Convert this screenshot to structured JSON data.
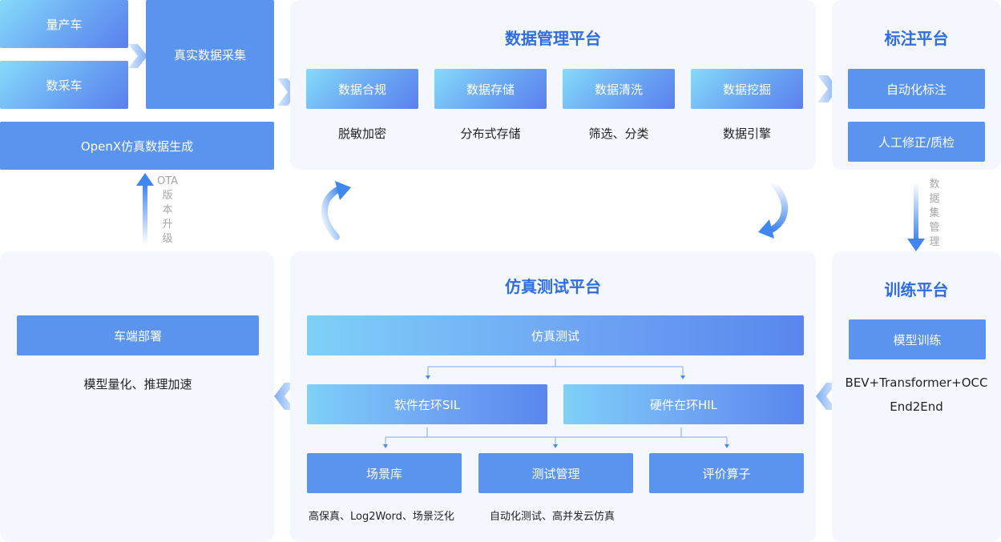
{
  "collect": {
    "production_car": "量产车",
    "data_car": "数采车",
    "real_collect": "真实数据采集",
    "openx": "OpenX仿真数据生成",
    "ota_label": [
      "OTA",
      "版",
      "本",
      "升",
      "级"
    ]
  },
  "data_platform": {
    "title": "数据管理平台",
    "items": [
      {
        "label": "数据合规",
        "desc": "脱敏加密"
      },
      {
        "label": "数据存储",
        "desc": "分布式存储"
      },
      {
        "label": "数据清洗",
        "desc": "筛选、分类"
      },
      {
        "label": "数据挖掘",
        "desc": "数据引擎"
      }
    ]
  },
  "label_platform": {
    "title": "标注平台",
    "items": [
      "自动化标注",
      "人工修正/质检"
    ],
    "dataset_label": [
      "数",
      "据",
      "集",
      "管",
      "理"
    ]
  },
  "train_platform": {
    "title": "训练平台",
    "item": "模型训练",
    "desc_line1": "BEV+Transformer+OCC",
    "desc_line2": "End2End"
  },
  "sim_platform": {
    "title": "仿真测试平台",
    "top": "仿真测试",
    "sil": "软件在环SIL",
    "hil": "硬件在环HIL",
    "bottom": [
      "场景库",
      "测试管理",
      "评价算子"
    ],
    "desc1": "高保真、Log2Word、场景泛化",
    "desc2": "自动化测试、高并发云仿真"
  },
  "deploy": {
    "item": "车端部署",
    "desc": "模型量化、推理加速"
  },
  "colors": {
    "accent": "#2f6de1",
    "box": "#5b94ee",
    "panel": "#f4f7fe"
  }
}
